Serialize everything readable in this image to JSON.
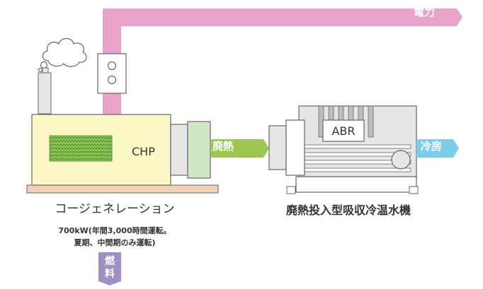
{
  "colors": {
    "power": "#e7a3c9",
    "heat": "#9bc652",
    "cool": "#7dcdea",
    "fuel": "#a08fc2",
    "chp_body": "#fbf7c6",
    "base": "#f3d0b4",
    "machine": "#e6e6e6",
    "stroke": "#666666"
  },
  "labels": {
    "power": "電力",
    "waste_heat": "廃熱",
    "cooling": "冷房",
    "fuel": "燃料",
    "chp": "CHP",
    "abr": "ABR"
  },
  "chp": {
    "name": "コージェネレーション",
    "spec_line1": "700kW(年間3,000時間運転。",
    "spec_line2": "夏期、中間期のみ運転)"
  },
  "absorber": {
    "name": "廃熱投入型吸収冷温水機"
  }
}
